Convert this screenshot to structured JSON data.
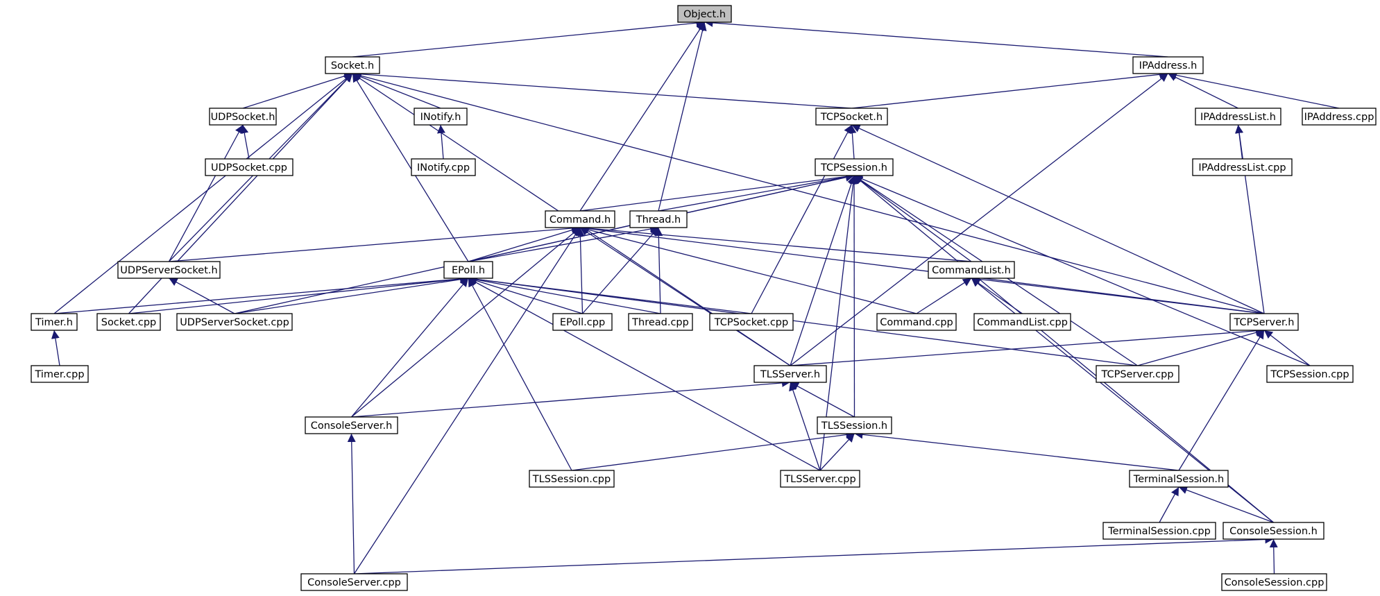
{
  "diagram": {
    "type": "include-dependency-graph",
    "colors": {
      "edge": "#191970",
      "root_fill": "#bfbfbf",
      "node_fill": "#ffffff",
      "border": "#000000"
    },
    "nodes": [
      {
        "id": "object_h",
        "label": "Object.h"
      },
      {
        "id": "socket_h",
        "label": "Socket.h"
      },
      {
        "id": "ipaddress_h",
        "label": "IPAddress.h"
      },
      {
        "id": "udpsocket_h",
        "label": "UDPSocket.h"
      },
      {
        "id": "inotify_h",
        "label": "INotify.h"
      },
      {
        "id": "tcpsocket_h",
        "label": "TCPSocket.h"
      },
      {
        "id": "ipaddresslist_h",
        "label": "IPAddressList.h"
      },
      {
        "id": "ipaddress_cpp",
        "label": "IPAddress.cpp"
      },
      {
        "id": "udpsocket_cpp",
        "label": "UDPSocket.cpp"
      },
      {
        "id": "inotify_cpp",
        "label": "INotify.cpp"
      },
      {
        "id": "tcpsession_h",
        "label": "TCPSession.h"
      },
      {
        "id": "ipaddresslist_cpp",
        "label": "IPAddressList.cpp"
      },
      {
        "id": "command_h",
        "label": "Command.h"
      },
      {
        "id": "thread_h",
        "label": "Thread.h"
      },
      {
        "id": "udpserversocket_h",
        "label": "UDPServerSocket.h"
      },
      {
        "id": "epoll_h",
        "label": "EPoll.h"
      },
      {
        "id": "commandlist_h",
        "label": "CommandList.h"
      },
      {
        "id": "timer_h",
        "label": "Timer.h"
      },
      {
        "id": "socket_cpp",
        "label": "Socket.cpp"
      },
      {
        "id": "udpserversocket_cpp",
        "label": "UDPServerSocket.cpp"
      },
      {
        "id": "epoll_cpp",
        "label": "EPoll.cpp"
      },
      {
        "id": "thread_cpp",
        "label": "Thread.cpp"
      },
      {
        "id": "tcpsocket_cpp",
        "label": "TCPSocket.cpp"
      },
      {
        "id": "command_cpp",
        "label": "Command.cpp"
      },
      {
        "id": "commandlist_cpp",
        "label": "CommandList.cpp"
      },
      {
        "id": "tcpserver_h",
        "label": "TCPServer.h"
      },
      {
        "id": "timer_cpp",
        "label": "Timer.cpp"
      },
      {
        "id": "tlsserver_h",
        "label": "TLSServer.h"
      },
      {
        "id": "tcpserver_cpp",
        "label": "TCPServer.cpp"
      },
      {
        "id": "tcpsession_cpp",
        "label": "TCPSession.cpp"
      },
      {
        "id": "consoleserver_h",
        "label": "ConsoleServer.h"
      },
      {
        "id": "tlssession_h",
        "label": "TLSSession.h"
      },
      {
        "id": "tlssession_cpp",
        "label": "TLSSession.cpp"
      },
      {
        "id": "tlsserver_cpp",
        "label": "TLSServer.cpp"
      },
      {
        "id": "terminalsession_h",
        "label": "TerminalSession.h"
      },
      {
        "id": "terminalsession_cpp",
        "label": "TerminalSession.cpp"
      },
      {
        "id": "consolesession_h",
        "label": "ConsoleSession.h"
      },
      {
        "id": "consoleserver_cpp",
        "label": "ConsoleServer.cpp"
      },
      {
        "id": "consolesession_cpp",
        "label": "ConsoleSession.cpp"
      }
    ],
    "edges": [
      {
        "from": "socket_h",
        "to": "object_h"
      },
      {
        "from": "ipaddress_h",
        "to": "object_h"
      },
      {
        "from": "command_h",
        "to": "object_h"
      },
      {
        "from": "thread_h",
        "to": "object_h"
      },
      {
        "from": "udpsocket_h",
        "to": "socket_h"
      },
      {
        "from": "inotify_h",
        "to": "socket_h"
      },
      {
        "from": "tcpsocket_h",
        "to": "socket_h"
      },
      {
        "from": "timer_h",
        "to": "socket_h"
      },
      {
        "from": "socket_cpp",
        "to": "socket_h"
      },
      {
        "from": "udpserversocket_h",
        "to": "socket_h"
      },
      {
        "from": "epoll_h",
        "to": "socket_h"
      },
      {
        "from": "tlsserver_h",
        "to": "socket_h"
      },
      {
        "from": "tcpserver_h",
        "to": "socket_h"
      },
      {
        "from": "tcpsocket_h",
        "to": "ipaddress_h"
      },
      {
        "from": "ipaddresslist_h",
        "to": "ipaddress_h"
      },
      {
        "from": "ipaddress_cpp",
        "to": "ipaddress_h"
      },
      {
        "from": "tlsserver_h",
        "to": "ipaddress_h"
      },
      {
        "from": "udpsocket_cpp",
        "to": "udpsocket_h"
      },
      {
        "from": "udpserversocket_h",
        "to": "udpsocket_h"
      },
      {
        "from": "inotify_cpp",
        "to": "inotify_h"
      },
      {
        "from": "tcpsession_h",
        "to": "tcpsocket_h"
      },
      {
        "from": "tcpsocket_cpp",
        "to": "tcpsocket_h"
      },
      {
        "from": "tcpserver_h",
        "to": "tcpsocket_h"
      },
      {
        "from": "ipaddresslist_cpp",
        "to": "ipaddresslist_h"
      },
      {
        "from": "tcpserver_h",
        "to": "ipaddresslist_h"
      },
      {
        "from": "command_h",
        "to": "tcpsession_h"
      },
      {
        "from": "thread_h",
        "to": "tcpsession_h"
      },
      {
        "from": "epoll_h",
        "to": "tcpsession_h"
      },
      {
        "from": "udpserversocket_cpp",
        "to": "tcpsession_h"
      },
      {
        "from": "commandlist_h",
        "to": "tcpsession_h"
      },
      {
        "from": "tlsserver_h",
        "to": "tcpsession_h"
      },
      {
        "from": "tlssession_h",
        "to": "tcpsession_h"
      },
      {
        "from": "tcpserver_cpp",
        "to": "tcpsession_h"
      },
      {
        "from": "tlsserver_cpp",
        "to": "tcpsession_h"
      },
      {
        "from": "tcpsession_cpp",
        "to": "tcpsession_h"
      },
      {
        "from": "consolesession_h",
        "to": "tcpsession_h"
      },
      {
        "from": "udpserversocket_h",
        "to": "command_h"
      },
      {
        "from": "epoll_h",
        "to": "command_h"
      },
      {
        "from": "epoll_cpp",
        "to": "command_h"
      },
      {
        "from": "commandlist_h",
        "to": "command_h"
      },
      {
        "from": "command_cpp",
        "to": "command_h"
      },
      {
        "from": "consoleserver_h",
        "to": "command_h"
      },
      {
        "from": "tlsserver_h",
        "to": "command_h"
      },
      {
        "from": "consoleserver_cpp",
        "to": "command_h"
      },
      {
        "from": "tcpserver_h",
        "to": "command_h"
      },
      {
        "from": "epoll_h",
        "to": "thread_h"
      },
      {
        "from": "epoll_cpp",
        "to": "thread_h"
      },
      {
        "from": "thread_cpp",
        "to": "thread_h"
      },
      {
        "from": "udpserversocket_cpp",
        "to": "udpserversocket_h"
      },
      {
        "from": "timer_h",
        "to": "epoll_h"
      },
      {
        "from": "socket_cpp",
        "to": "epoll_h"
      },
      {
        "from": "udpserversocket_cpp",
        "to": "epoll_h"
      },
      {
        "from": "epoll_cpp",
        "to": "epoll_h"
      },
      {
        "from": "thread_cpp",
        "to": "epoll_h"
      },
      {
        "from": "tcpsocket_cpp",
        "to": "epoll_h"
      },
      {
        "from": "consoleserver_h",
        "to": "epoll_h"
      },
      {
        "from": "tcpserver_cpp",
        "to": "epoll_h"
      },
      {
        "from": "tlssession_cpp",
        "to": "epoll_h"
      },
      {
        "from": "tlsserver_cpp",
        "to": "epoll_h"
      },
      {
        "from": "command_cpp",
        "to": "commandlist_h"
      },
      {
        "from": "commandlist_cpp",
        "to": "commandlist_h"
      },
      {
        "from": "tcpserver_h",
        "to": "commandlist_h"
      },
      {
        "from": "consolesession_h",
        "to": "commandlist_h"
      },
      {
        "from": "timer_cpp",
        "to": "timer_h"
      },
      {
        "from": "tlsserver_h",
        "to": "tcpserver_h"
      },
      {
        "from": "tcpserver_cpp",
        "to": "tcpserver_h"
      },
      {
        "from": "tcpsession_cpp",
        "to": "tcpserver_h"
      },
      {
        "from": "terminalsession_h",
        "to": "tcpserver_h"
      },
      {
        "from": "consoleserver_h",
        "to": "tlsserver_h"
      },
      {
        "from": "tlssession_h",
        "to": "tlsserver_h"
      },
      {
        "from": "tlsserver_cpp",
        "to": "tlsserver_h"
      },
      {
        "from": "consoleserver_cpp",
        "to": "consoleserver_h"
      },
      {
        "from": "tlssession_cpp",
        "to": "tlssession_h"
      },
      {
        "from": "tlsserver_cpp",
        "to": "tlssession_h"
      },
      {
        "from": "terminalsession_h",
        "to": "tlssession_h"
      },
      {
        "from": "terminalsession_cpp",
        "to": "terminalsession_h"
      },
      {
        "from": "consolesession_h",
        "to": "terminalsession_h"
      },
      {
        "from": "consoleserver_cpp",
        "to": "consolesession_h"
      },
      {
        "from": "consolesession_cpp",
        "to": "consolesession_h"
      }
    ]
  }
}
